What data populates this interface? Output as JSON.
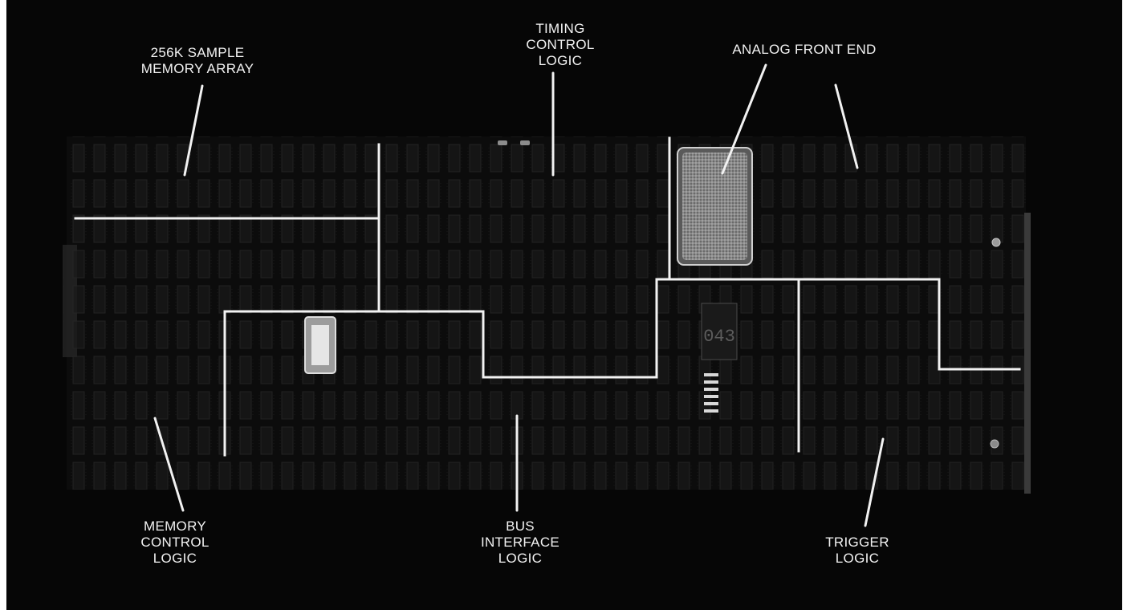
{
  "labels": {
    "memory_array": "256K SAMPLE\nMEMORY ARRAY",
    "timing_control": "TIMING\nCONTROL\nLOGIC",
    "analog_front_end": "ANALOG FRONT END",
    "memory_control": "MEMORY\nCONTROL\nLOGIC",
    "bus_interface": "BUS\nINTERFACE\nLOGIC",
    "trigger": "TRIGGER\nLOGIC"
  },
  "colors": {
    "background": "#060606",
    "annotation_lines": "#f2f2f2"
  }
}
